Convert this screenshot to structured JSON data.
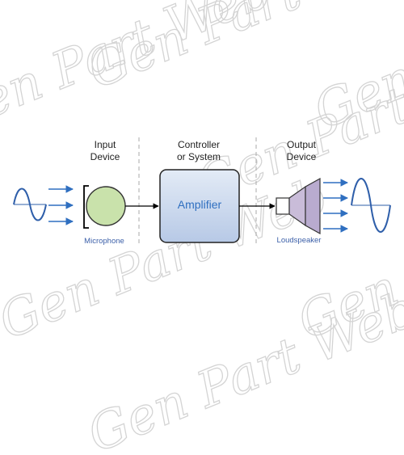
{
  "columns": {
    "input": [
      "Input",
      "Device"
    ],
    "controller": [
      "Controller",
      "or System"
    ],
    "output": [
      "Output",
      "Device"
    ]
  },
  "blocks": {
    "amplifier_label": "Amplifier",
    "microphone_label": "Microphone",
    "loudspeaker_label": "Loudspeaker"
  },
  "watermark": "Gen Part Web",
  "colors": {
    "wave": "#2f5faa",
    "arrow": "#2f6fc0",
    "microphone_fill": "#c9e2ab",
    "amplifier_fill_top": "#e3ebf6",
    "amplifier_fill_bottom": "#b7c9e6",
    "speaker_fill": "#c9bcd9",
    "divider": "#aaaaaa"
  }
}
